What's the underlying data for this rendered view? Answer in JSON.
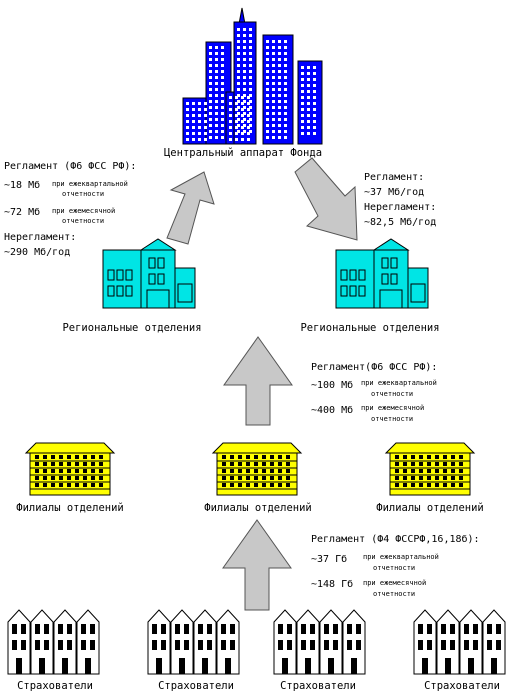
{
  "nodes": {
    "central": "Центральный аппарат Фонда",
    "regional_left": "Региональные отделения",
    "regional_right": "Региональные отделения",
    "branch_left": "Филиалы отделений",
    "branch_center": "Филиалы отделений",
    "branch_right": "Филиалы отделений",
    "insurer_1": "Страхователи",
    "insurer_2": "Страхователи",
    "insurer_3": "Страхователи",
    "insurer_4": "Страхователи"
  },
  "annotations": {
    "upper_left": {
      "title": "Регламент (Ф6 ФСС РФ):",
      "v1": "~18 Мб",
      "n1a": "при ежеквартальной",
      "n1b": "отчетности",
      "v2": "~72 Мб",
      "n2a": "при ежемесячной",
      "n2b": "отчетности",
      "nonreg_title": "Нерегламент:",
      "nonreg_value": "~290 Мб/год"
    },
    "upper_right": {
      "title": "Регламент:",
      "value": "~37 Мб/год",
      "nonreg_title": "Нерегламент:",
      "nonreg_value": "~82,5 Мб/год"
    },
    "middle": {
      "title": "Регламент(Ф6 ФСС РФ):",
      "v1": "~100 Мб",
      "n1a": "при ежеквартальной",
      "n1b": "отчетности",
      "v2": "~400 Мб",
      "n2a": "при ежемесячной",
      "n2b": "отчетности"
    },
    "lower": {
      "title": "Регламент (Ф4 ФССРФ,16,18б):",
      "v1": "~37 Гб",
      "n1a": "при ежеквартальной",
      "n1b": "отчетности",
      "v2": "~148 Гб",
      "n2a": "при ежемесячной",
      "n2b": "отчетности"
    }
  },
  "colors": {
    "central_building": "#0000ff",
    "regional_building": "#00e5e5",
    "branch_building": "#ffff00",
    "insurer_building": "#ffffff",
    "arrow": "#c8c8c8"
  },
  "icons": [
    "skyscraper-cluster-icon",
    "house-icon",
    "low-building-icon",
    "townhouse-row-icon",
    "arrow-icon"
  ]
}
